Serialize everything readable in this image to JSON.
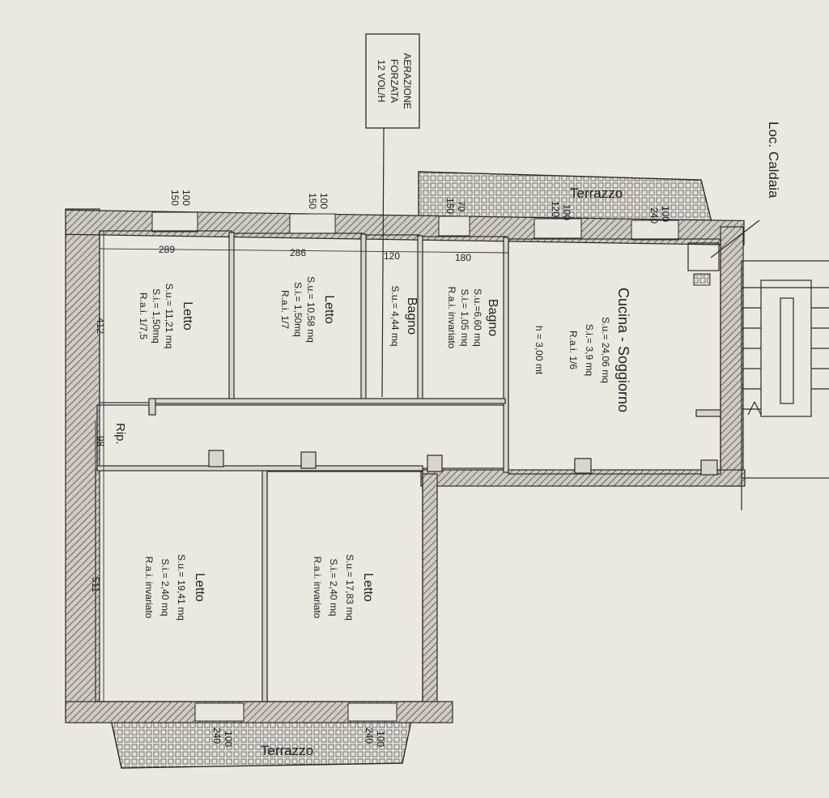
{
  "note": {
    "lines": [
      "AERAZIONE",
      "FORZATA",
      "12 VOL/H"
    ]
  },
  "loc_caldaia": "Loc. Caldaia",
  "terraces": {
    "top": "Terrazzo",
    "bottom": "Terrazzo"
  },
  "corridor": {
    "name": "Rip."
  },
  "rooms": [
    {
      "name": "Letto",
      "lines": [
        "S.u.= 11,21 mq",
        "S.i.= 1,50mq",
        "R.a.i. 1/7,5"
      ]
    },
    {
      "name": "Letto",
      "lines": [
        "S.u.= 10,58 mq",
        "S.i.= 1,50mq",
        "R.a.i. 1/7"
      ]
    },
    {
      "name": "Bagno",
      "lines": [
        "S.u.= 4,44 mq"
      ]
    },
    {
      "name": "Bagno",
      "lines": [
        "S.u.=6,60 mq",
        "S.i.= 1,05 mq",
        "R.a.i. invariato"
      ]
    },
    {
      "name": "Cucina - Soggiorno",
      "lines": [
        "S.u.= 24,06 mq",
        "S.i.= 3,9 mq",
        "R.a.i. 1/6",
        "h = 3,00 mt"
      ]
    },
    {
      "name": "Letto",
      "lines": [
        "S.u.= 19,41 mq",
        "S.i.= 2,40 mq",
        "R.a.i. invariato"
      ]
    },
    {
      "name": "Letto",
      "lines": [
        "S.u.= 17,83 mq",
        "S.i.= 2,40 mq",
        "R.a.i. invariato"
      ]
    }
  ],
  "dimensions": {
    "width_labels": [
      "289",
      "286",
      "120",
      "180"
    ],
    "depth_labels": [
      "412",
      "98",
      "511"
    ],
    "window_labels": [
      {
        "a": "100",
        "b": "150"
      },
      {
        "a": "100",
        "b": "150"
      },
      {
        "a": "70",
        "b": "150"
      },
      {
        "a": "100",
        "b": "120"
      },
      {
        "a": "100",
        "b": "240"
      },
      {
        "a": "100",
        "b": "240"
      },
      {
        "a": "100",
        "b": "240"
      }
    ]
  }
}
